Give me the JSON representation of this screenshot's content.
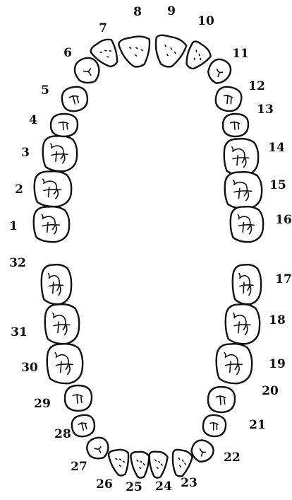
{
  "diagram": {
    "upper_arch": [
      {
        "number": "1"
      },
      {
        "number": "2"
      },
      {
        "number": "3"
      },
      {
        "number": "4"
      },
      {
        "number": "5"
      },
      {
        "number": "6"
      },
      {
        "number": "7"
      },
      {
        "number": "8"
      },
      {
        "number": "9"
      },
      {
        "number": "10"
      },
      {
        "number": "11"
      },
      {
        "number": "12"
      },
      {
        "number": "13"
      },
      {
        "number": "14"
      },
      {
        "number": "15"
      },
      {
        "number": "16"
      }
    ],
    "lower_arch": [
      {
        "number": "17"
      },
      {
        "number": "18"
      },
      {
        "number": "19"
      },
      {
        "number": "20"
      },
      {
        "number": "21"
      },
      {
        "number": "22"
      },
      {
        "number": "23"
      },
      {
        "number": "24"
      },
      {
        "number": "25"
      },
      {
        "number": "26"
      },
      {
        "number": "27"
      },
      {
        "number": "28"
      },
      {
        "number": "29"
      },
      {
        "number": "30"
      },
      {
        "number": "31"
      },
      {
        "number": "32"
      }
    ],
    "ink_color": "#111111",
    "paper_color": "#ffffff"
  }
}
